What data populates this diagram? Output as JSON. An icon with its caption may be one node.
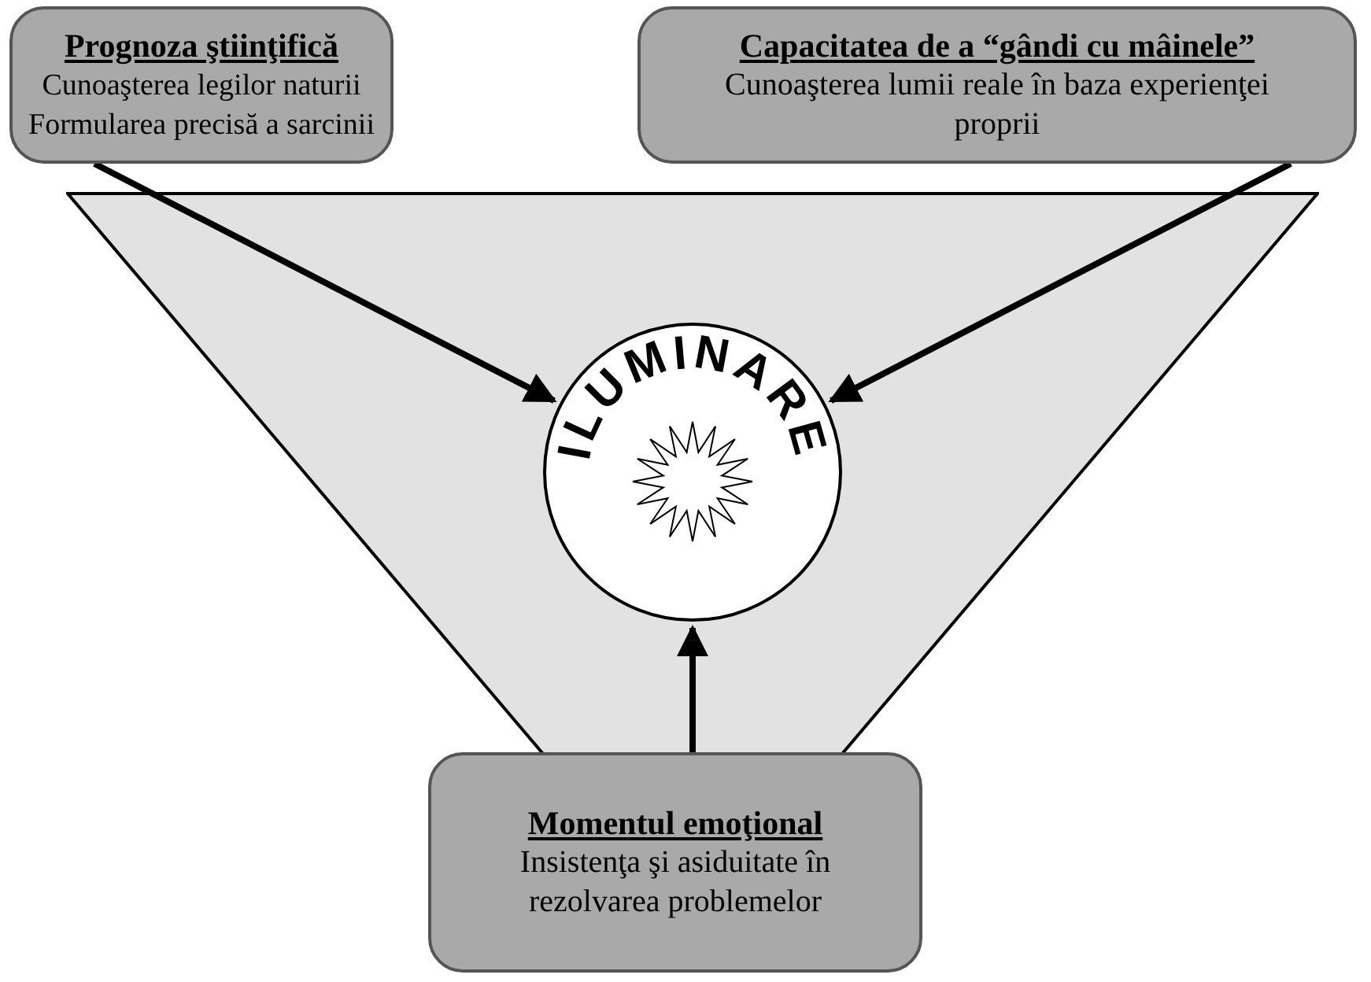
{
  "diagram": {
    "nodes": [
      {
        "text": [
          "Prognoza ştiinţifică",
          "Cunoaşterea legilor naturii",
          "Formularea precisă a sarcinii"
        ]
      },
      {
        "text": [
          "Capacitatea de a “gândi cu mâinele”",
          "Cunoaşterea lumii reale în baza experienţei proprii"
        ]
      },
      {
        "text": [],
        "shape": "triangle"
      },
      {
        "text": [
          "ILUMINARE"
        ],
        "in": 2
      },
      {
        "text": [
          "Momentul emoţional",
          "Insistenţa şi asiduitate în rezolvarea problemelor"
        ]
      }
    ],
    "edges": [
      {
        "from": 0,
        "to": 3,
        "arrow": "to"
      },
      {
        "from": 1,
        "to": 3,
        "arrow": "to"
      },
      {
        "from": 4,
        "to": 3,
        "arrow": "to"
      }
    ]
  }
}
